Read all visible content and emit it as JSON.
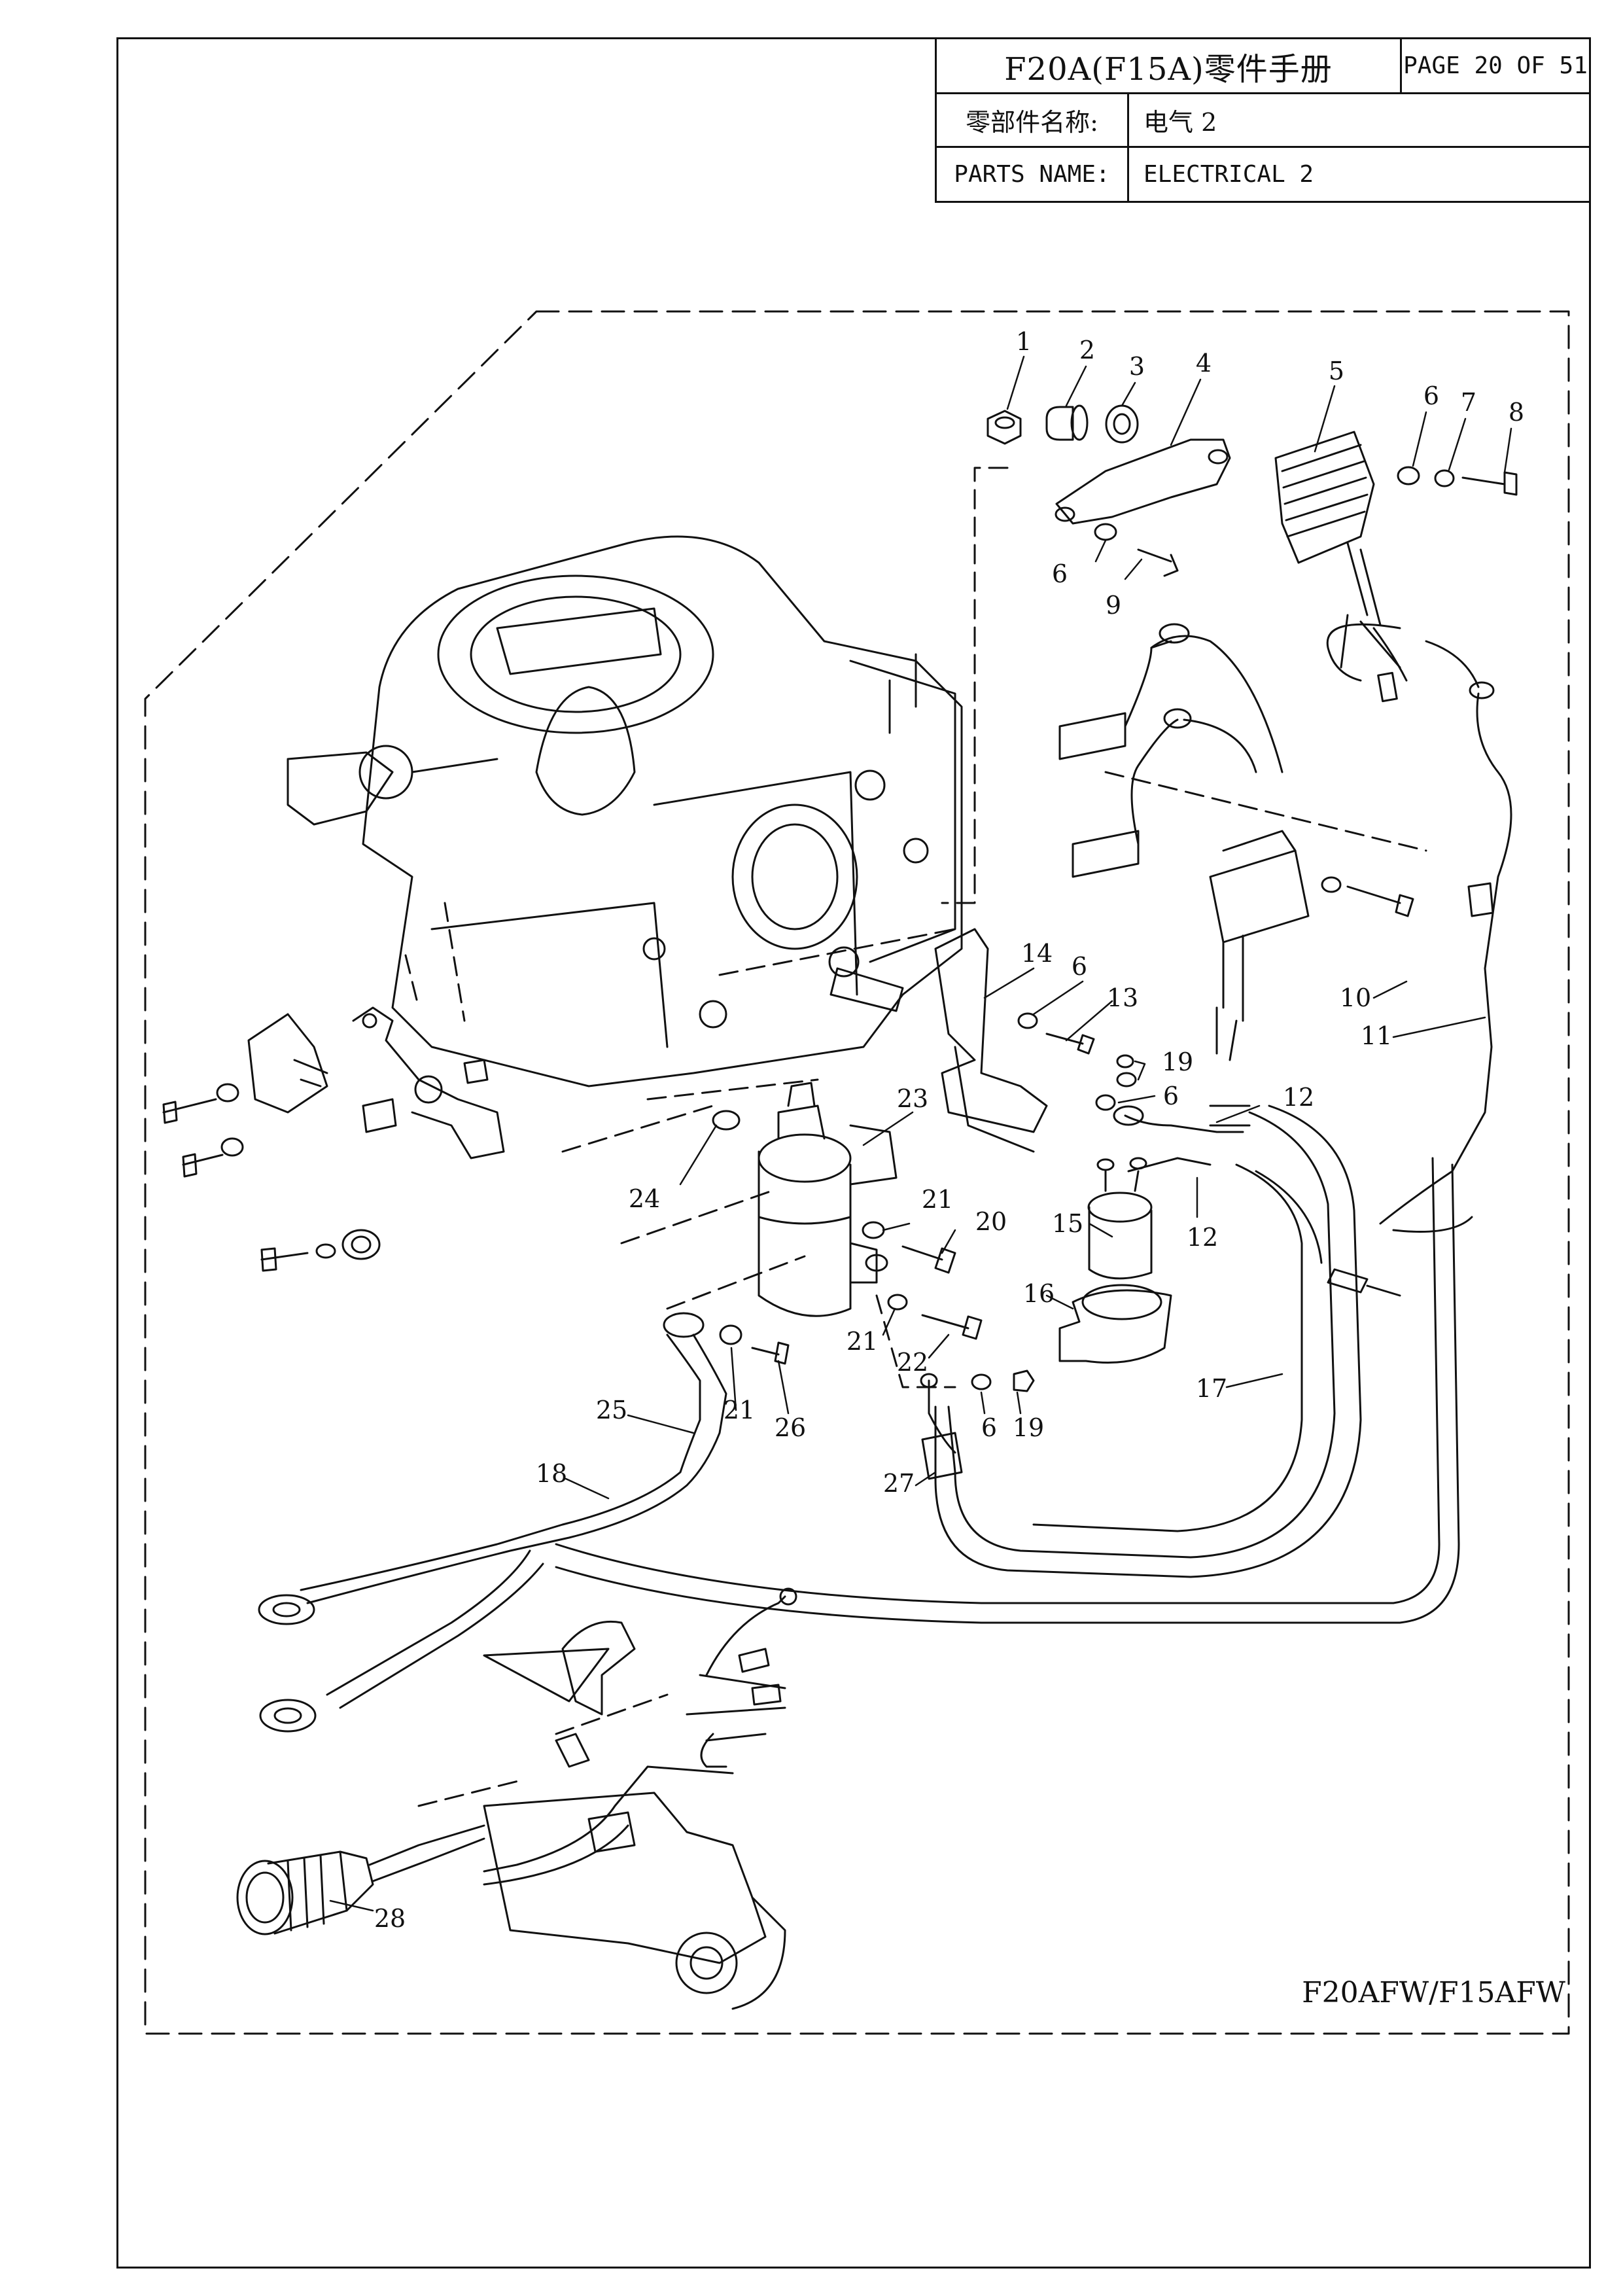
{
  "header": {
    "manual_title": "F20A(F15A)零件手册",
    "page_label": "PAGE 20 OF 51",
    "cn_name_label": "零部件名称:",
    "cn_name_value": "电气 2",
    "en_name_label": "PARTS NAME:",
    "en_name_value": "ELECTRICAL 2"
  },
  "diagram": {
    "model_code": "F20AFW/F15AFW",
    "callouts": [
      "1",
      "2",
      "3",
      "4",
      "5",
      "6",
      "7",
      "8",
      "6",
      "9",
      "14",
      "6",
      "13",
      "10",
      "11",
      "19",
      "6",
      "12",
      "23",
      "24",
      "21",
      "20",
      "15",
      "12",
      "16",
      "21",
      "22",
      "17",
      "25",
      "21",
      "26",
      "6",
      "19",
      "27",
      "18",
      "28"
    ]
  },
  "colors": {
    "line": "#111111",
    "paper": "#ffffff"
  }
}
